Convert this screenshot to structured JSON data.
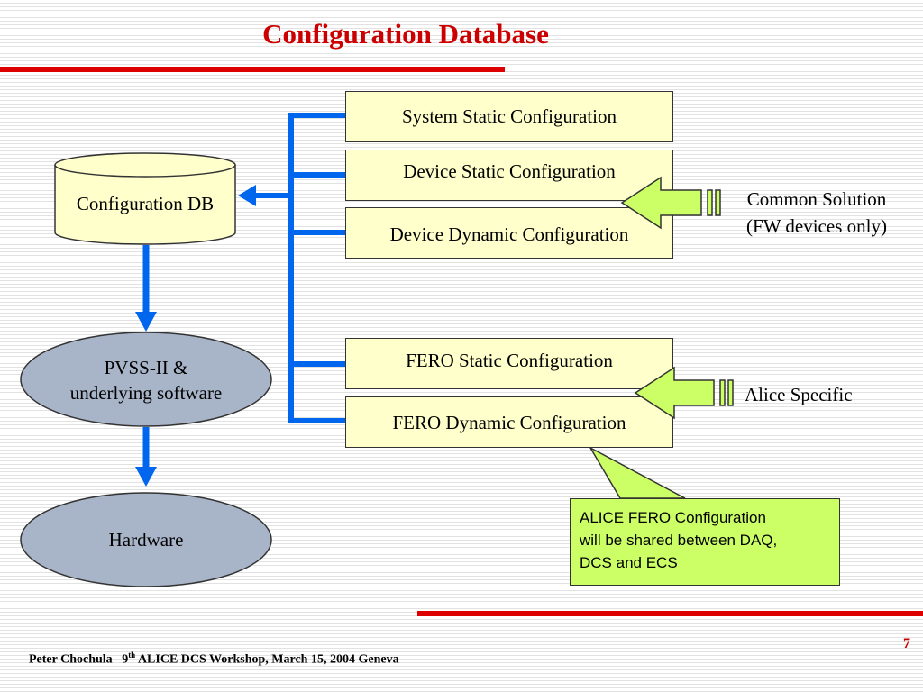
{
  "slide": {
    "title": "Configuration Database",
    "page_number": "7"
  },
  "footer": {
    "author": "Peter Chochula",
    "event_number": "9",
    "event_suffix": "th",
    "event_rest": "ALICE DCS Workshop, March 15, 2004 Geneva"
  },
  "diagram": {
    "database": "Configuration DB",
    "software_line1": "PVSS-II &",
    "software_line2": "underlying software",
    "hardware": "Hardware",
    "config_boxes": [
      "System Static Configuration",
      "Device Static Configuration",
      "Device Dynamic Configuration",
      "FERO Static Configuration",
      "FERO Dynamic Configuration"
    ],
    "common_solution_line1": "Common Solution",
    "common_solution_line2": "(FW devices only)",
    "alice_specific": "Alice Specific",
    "callout_line1": "ALICE FERO Configuration",
    "callout_line2": "will be shared between DAQ,",
    "callout_line3": "DCS and ECS"
  },
  "colors": {
    "title_red": "#cc0000",
    "connector_blue": "#0066ee",
    "box_fill": "#ffffcc",
    "arrow_green": "#ccff66",
    "ellipse_fill": "#a8b4c8"
  }
}
